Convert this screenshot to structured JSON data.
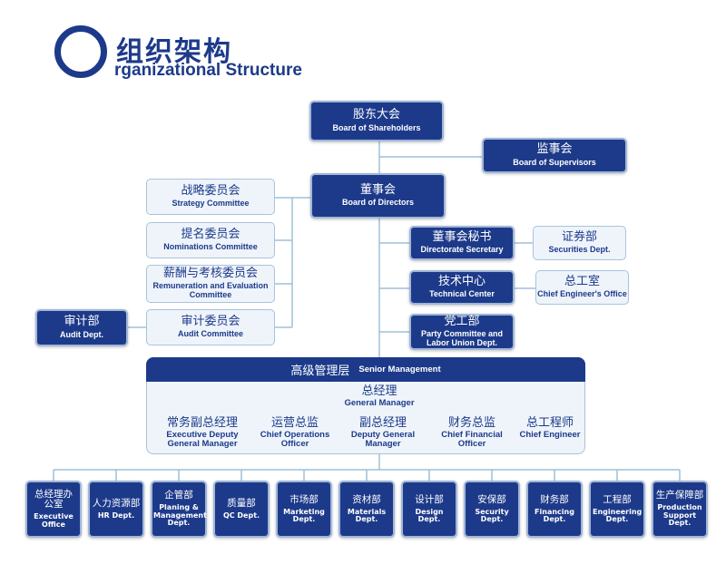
{
  "header": {
    "title_cn": "组织架构",
    "title_en": "rganizational Structure"
  },
  "shareholders": {
    "cn": "股东大会",
    "en": "Board of Shareholders"
  },
  "supervisors": {
    "cn": "监事会",
    "en": "Board of Supervisors"
  },
  "directors": {
    "cn": "董事会",
    "en": "Board of Directors"
  },
  "committees": [
    {
      "cn": "战略委员会",
      "en": "Strategy Committee"
    },
    {
      "cn": "提名委员会",
      "en": "Nominations  Committee"
    },
    {
      "cn": "薪酬与考核委员会",
      "en": "Remuneration and Evaluation Committee"
    },
    {
      "cn": "审计委员会",
      "en": "Audit Committee"
    }
  ],
  "audit_dept": {
    "cn": "审计部",
    "en": "Audit Dept."
  },
  "secretary": {
    "cn": "董事会秘书",
    "en": "Directorate Secretary"
  },
  "securities": {
    "cn": "证券部",
    "en": "Securities Dept."
  },
  "tech_center": {
    "cn": "技术中心",
    "en": "Technical Center"
  },
  "chief_engineer_office": {
    "cn": "总工室",
    "en": "Chief Engineer's Office"
  },
  "party": {
    "cn": "党工部",
    "en": "Party Committee and Labor Union Dept."
  },
  "senior_management": {
    "cn": "高级管理层",
    "en": "Senior Management",
    "gm": {
      "cn": "总经理",
      "en": "General Manager"
    },
    "execs": [
      {
        "cn": "常务副总经理",
        "en": "Executive Deputy General Manager"
      },
      {
        "cn": "运营总监",
        "en": "Chief Operations Officer"
      },
      {
        "cn": "副总经理",
        "en": "Deputy General Manager"
      },
      {
        "cn": "财务总监",
        "en": "Chief Financial Officer"
      },
      {
        "cn": "总工程师",
        "en": "Chief Engineer"
      }
    ]
  },
  "departments": [
    {
      "cn": "总经理办公室",
      "en": "Executive Office"
    },
    {
      "cn": "人力资源部",
      "en": "HR Dept."
    },
    {
      "cn": "企管部",
      "en": "Planing & Management Dept."
    },
    {
      "cn": "质量部",
      "en": "QC Dept."
    },
    {
      "cn": "市场部",
      "en": "Marketing Dept."
    },
    {
      "cn": "资材部",
      "en": "Materials Dept."
    },
    {
      "cn": "设计部",
      "en": "Design Dept."
    },
    {
      "cn": "安保部",
      "en": "Security Dept."
    },
    {
      "cn": "财务部",
      "en": "Financing Dept."
    },
    {
      "cn": "工程部",
      "en": "Engineering Dept."
    },
    {
      "cn": "生产保障部",
      "en": "Production Support Dept."
    }
  ],
  "colors": {
    "primary": "#1d3a8a",
    "light_fill": "#eef4fa",
    "line": "#9fc0d8"
  }
}
